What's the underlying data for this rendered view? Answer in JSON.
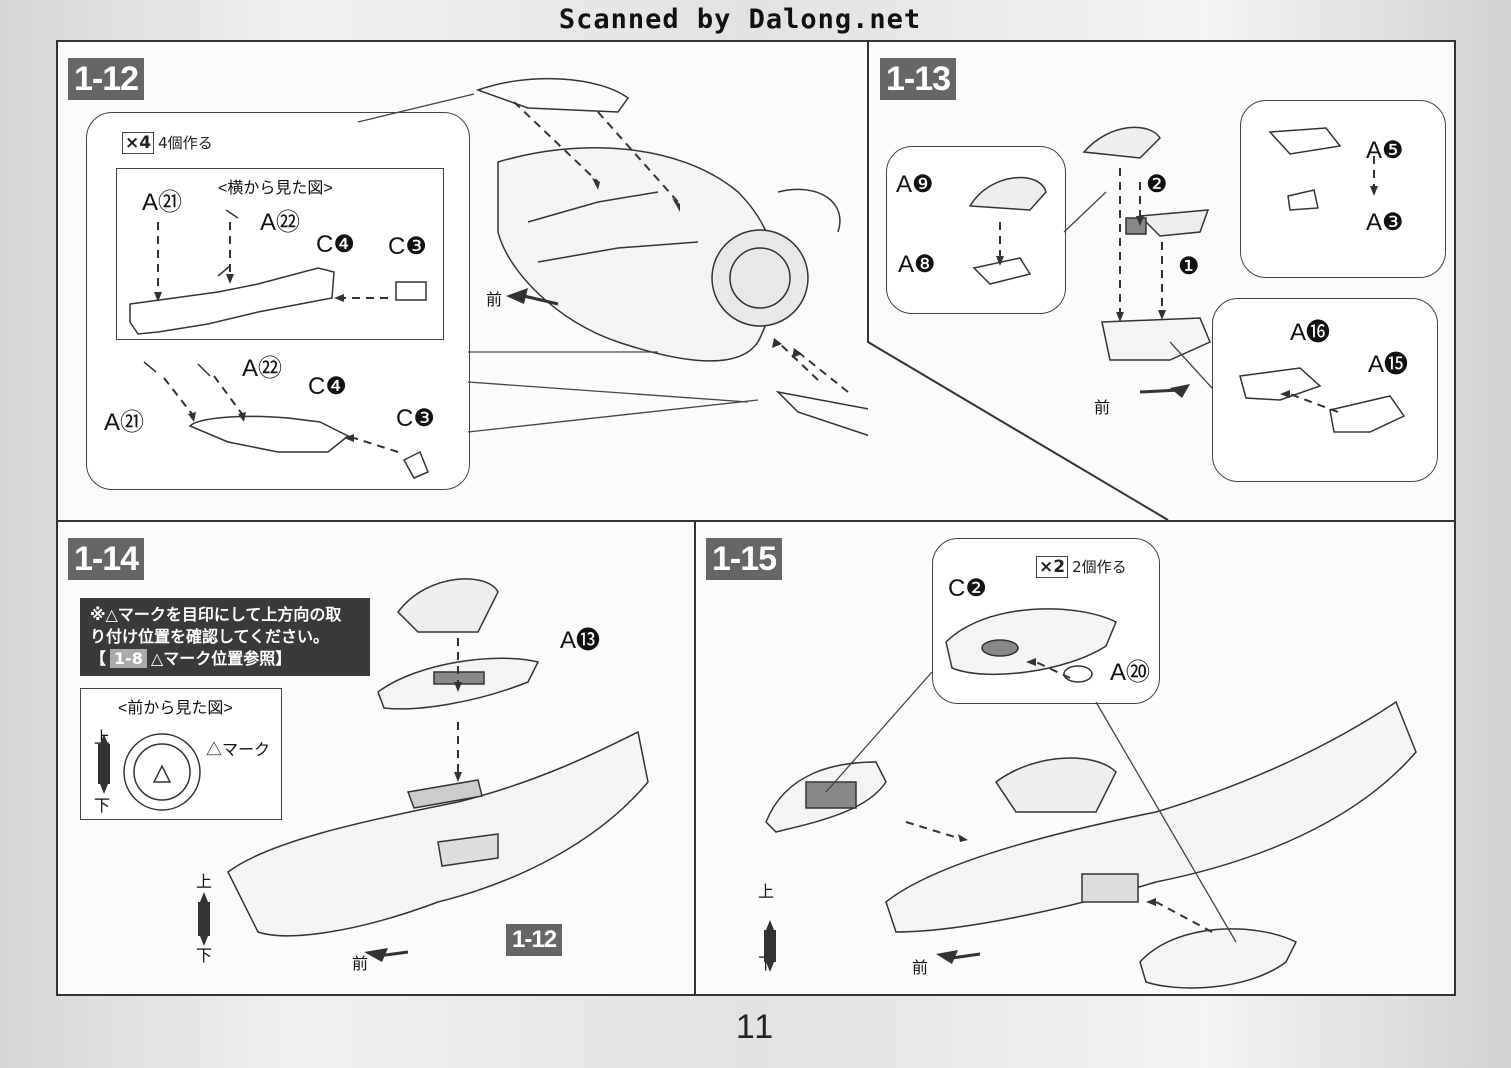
{
  "header": {
    "scan_credit": "Scanned by Dalong.net"
  },
  "page_number": "11",
  "steps": {
    "s1_12": {
      "number": "1-12",
      "multiplier": "×4",
      "multiplier_text": "4個作る",
      "side_view_title": "<横から見た図>",
      "labels": [
        "A㉑",
        "A㉒",
        "C❹",
        "C❸",
        "A㉒",
        "C❹",
        "A㉑",
        "C❸"
      ],
      "front": "前"
    },
    "s1_13": {
      "number": "1-13",
      "labels": [
        "A❾",
        "A❽",
        "A❺",
        "A❸",
        "A⓰",
        "A⓯"
      ],
      "order": [
        "❷",
        "❶"
      ],
      "front": "前"
    },
    "s1_14": {
      "number": "1-14",
      "note_line1": "※△マークを目印にして上方向の取",
      "note_line2": "り付け位置を確認してください。",
      "note_ref_open": "【",
      "note_ref": "1-8",
      "note_ref_text": "△マーク位置参照】",
      "front_view_title": "<前から見た図>",
      "up": "上",
      "down": "下",
      "mark_label": "△マーク",
      "part_label": "A⓭",
      "ref_step": "1-12",
      "front": "前"
    },
    "s1_15": {
      "number": "1-15",
      "multiplier": "×2",
      "multiplier_text": "2個作る",
      "labels": [
        "C❷",
        "A⑳"
      ],
      "up": "上",
      "down": "下",
      "front": "前"
    }
  }
}
